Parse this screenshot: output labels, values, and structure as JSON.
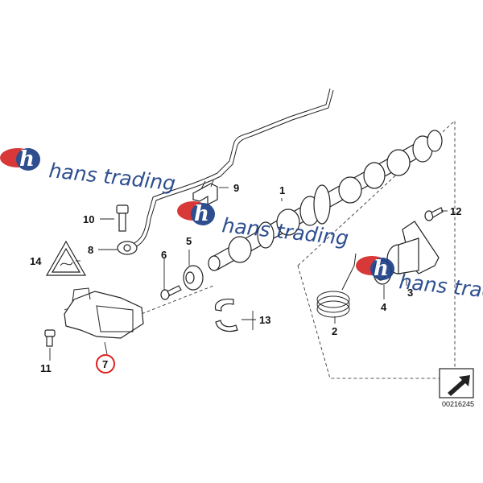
{
  "diagram": {
    "diagram_id": "00216245",
    "highlighted_part": "7"
  },
  "callouts": {
    "c1": "1",
    "c2": "2",
    "c3": "3",
    "c4": "4",
    "c5": "5",
    "c6": "6",
    "c7": "7",
    "c8": "8",
    "c9": "9",
    "c10": "10",
    "c11": "11",
    "c12": "12",
    "c13": "13",
    "c14": "14"
  },
  "watermark": {
    "text": "hans trading",
    "text_short": "hans trad",
    "logo_letter": "h",
    "colors": {
      "red": "#d62828",
      "blue": "#1d3f86"
    }
  },
  "colors": {
    "line": "#222222",
    "highlight": "#e02020",
    "background": "#ffffff"
  },
  "icons": [
    "warning-triangle-icon",
    "direction-arrow-icon"
  ]
}
